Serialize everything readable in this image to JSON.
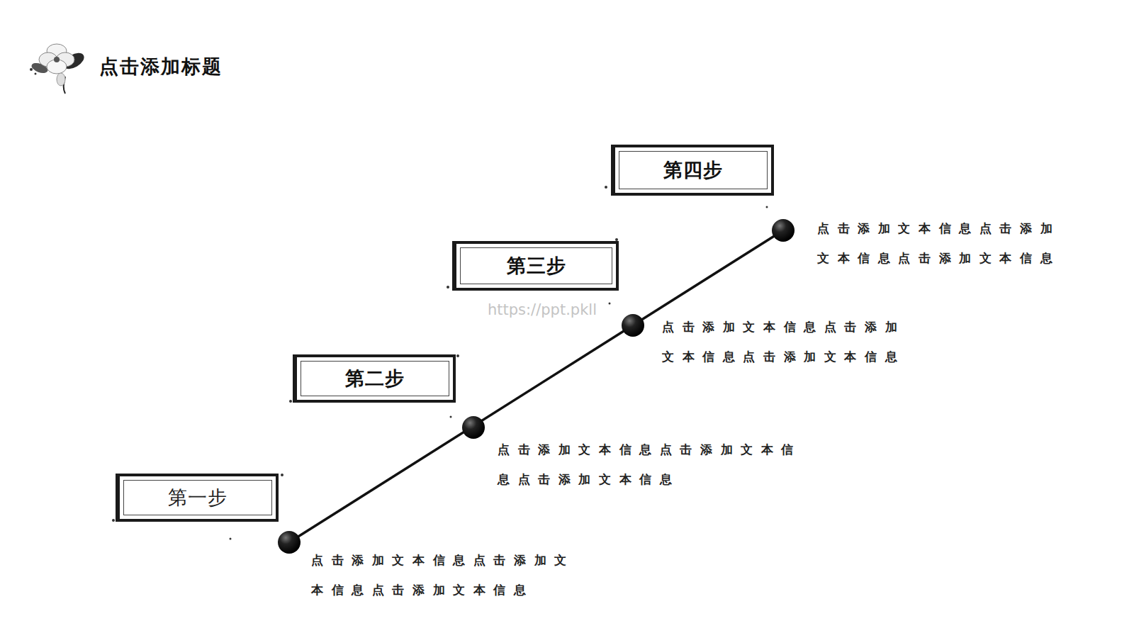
{
  "diagram": {
    "title": "点击添加标题",
    "nodes": [
      {
        "text": [
          "第一步"
        ]
      },
      {
        "text": [
          "第二步"
        ]
      },
      {
        "text": [
          "第三步"
        ]
      },
      {
        "text": [
          "第四步"
        ]
      }
    ],
    "labels": [
      "点击添加文本信息点击添加文 本信息点击添加文本信息",
      "点击添加文本信息点击添加文本信 息点击添加文本信息",
      "点击添加文本信息点击添加 文本信息点击添加文本信息",
      "点击添加文本信息点击添加 文本信息点击添加文本信息",
      "https://ppt.pkll"
    ]
  }
}
